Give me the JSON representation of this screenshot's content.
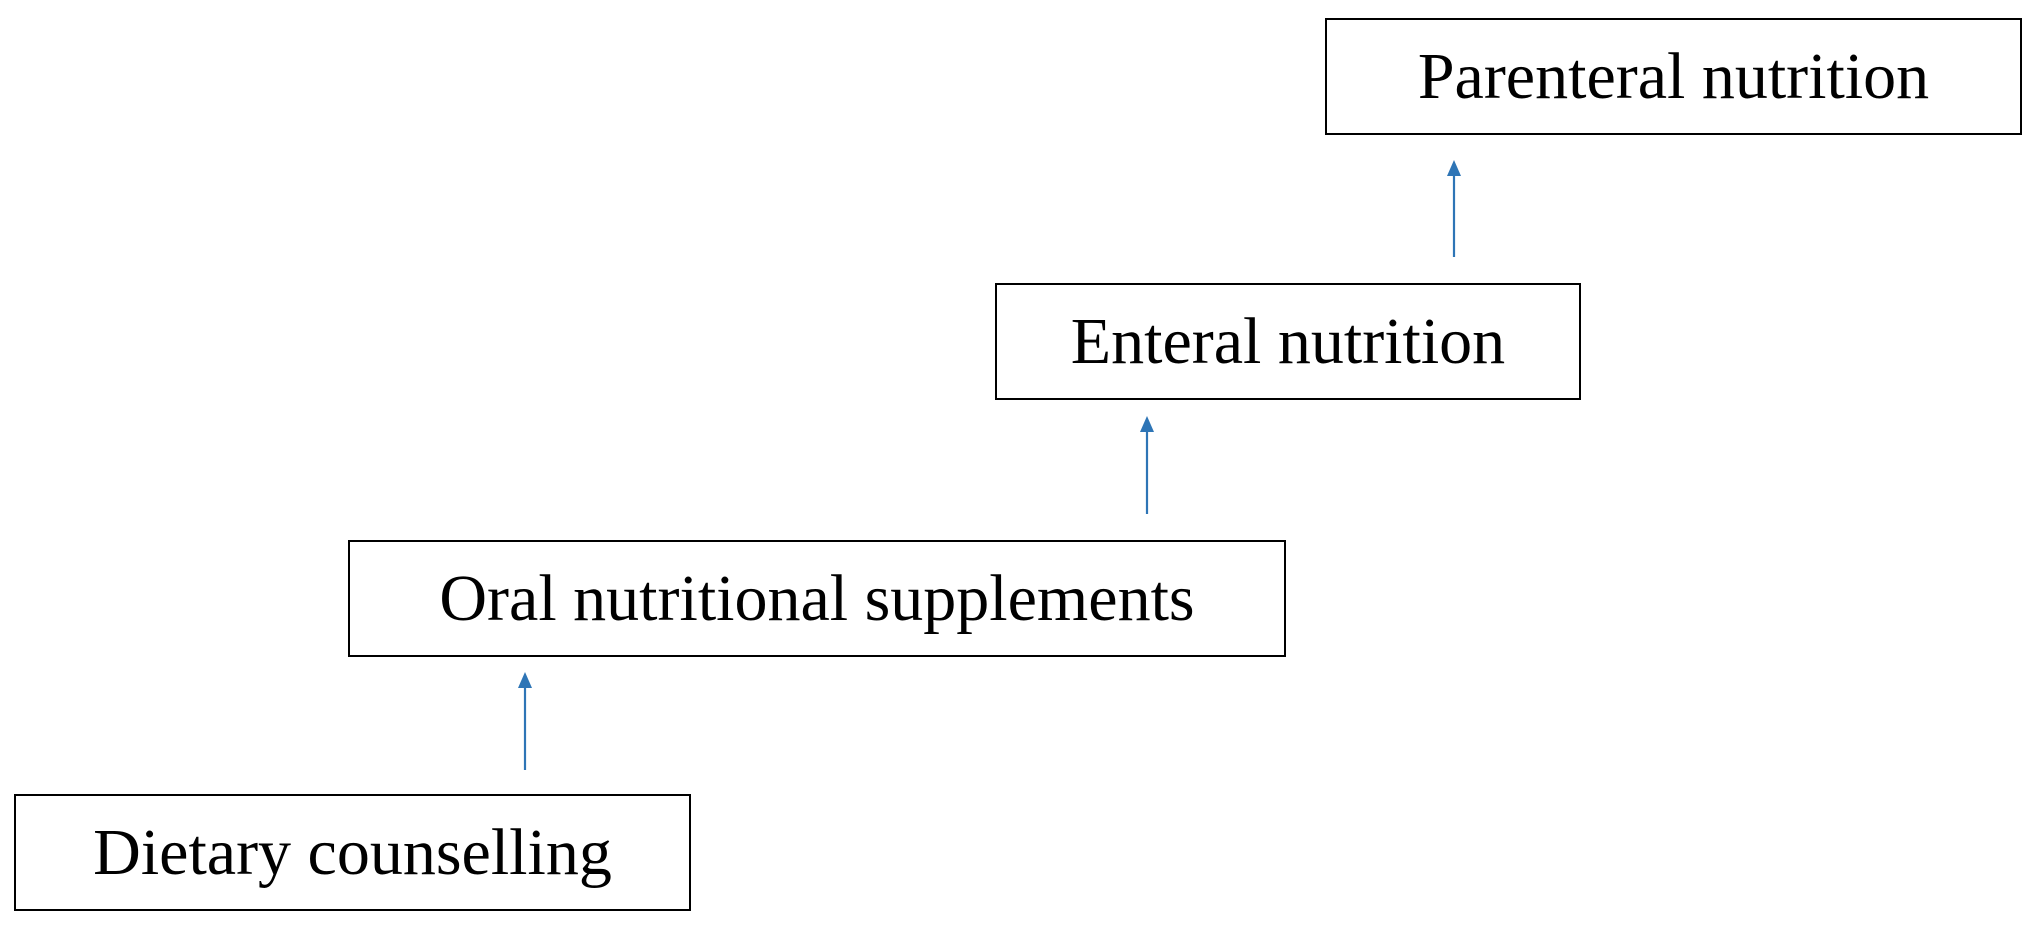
{
  "diagram": {
    "steps": [
      {
        "id": "dietary",
        "label": "Dietary counselling"
      },
      {
        "id": "oral",
        "label": "Oral nutritional supplements"
      },
      {
        "id": "enteral",
        "label": "Enteral nutrition"
      },
      {
        "id": "parenteral",
        "label": "Parenteral nutrition"
      }
    ],
    "arrow_color": "#2E75B6",
    "border_color": "#000000"
  }
}
